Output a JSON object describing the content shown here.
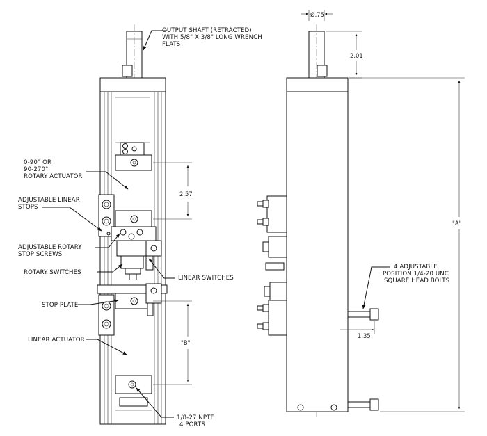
{
  "callouts": {
    "output_shaft": [
      "OUTPUT SHAFT (RETRACTED)",
      "WITH 5/8\" X 3/8\" LONG WRENCH",
      "FLATS"
    ],
    "rotary_actuator": [
      "0-90° OR",
      "90-270°",
      "ROTARY ACTUATOR"
    ],
    "adjustable_linear_stops": [
      "ADJUSTABLE LINEAR",
      "STOPS"
    ],
    "adjustable_rotary_stop_screws": [
      "ADJUSTABLE ROTARY",
      "STOP SCREWS"
    ],
    "rotary_switches": [
      "ROTARY SWITCHES"
    ],
    "linear_switches": [
      "LINEAR SWITCHES"
    ],
    "stop_plate": [
      "STOP PLATE"
    ],
    "linear_actuator": [
      "LINEAR ACTUATOR"
    ],
    "npt_ports": [
      "1/8-27 NPTF",
      "4 PORTS"
    ],
    "square_head_bolts": [
      "4 ADJUSTABLE",
      "POSITION 1/4-20 UNC",
      "SQUARE HEAD BOLTS"
    ]
  },
  "dimensions": {
    "shaft_diameter": "Ø.75",
    "shaft_extension": "2.01",
    "rotary_stroke": "2.57",
    "linear_stroke": "\"B\"",
    "overall_length": "\"A\"",
    "bolt_offset": "1.35"
  }
}
